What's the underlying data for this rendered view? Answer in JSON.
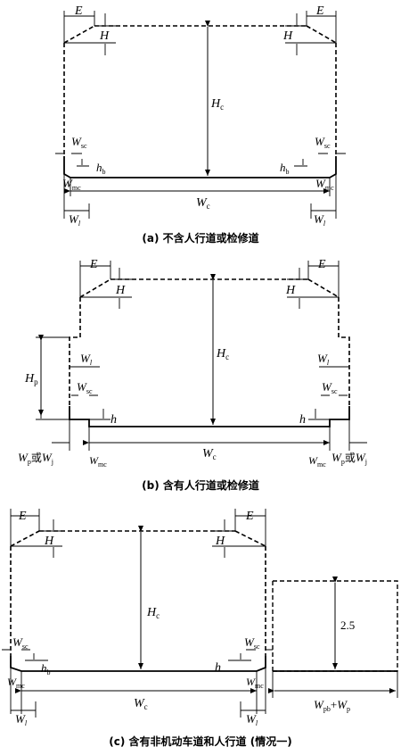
{
  "diagram_a": {
    "caption": "(a) 不含人行道或检修道",
    "labels": {
      "E": "E",
      "H": "H",
      "Hc": "H",
      "Hc_sub": "c",
      "Wsc": "W",
      "Wsc_sub": "sc",
      "hb": "h",
      "hb_sub": "b",
      "Wmc": "W",
      "Wmc_sub": "mc",
      "Wc": "W",
      "Wc_sub": "c",
      "Wl": "W",
      "Wl_sub": "l"
    }
  },
  "diagram_b": {
    "caption": "(b) 含有人行道或检修道",
    "labels": {
      "E": "E",
      "H": "H",
      "Hc": "H",
      "Hc_sub": "c",
      "Hp": "H",
      "Hp_sub": "p",
      "Wl": "W",
      "Wl_sub": "l",
      "Wsc": "W",
      "Wsc_sub": "sc",
      "h": "h",
      "Wc": "W",
      "Wc_sub": "c",
      "Wmc": "W",
      "Wmc_sub": "mc",
      "WpWj_left": "W",
      "WpWj_p": "p",
      "WpWj_or": "或",
      "WpWj_j": "j"
    }
  },
  "diagram_c": {
    "caption": "(c) 含有非机动车道和人行道 (情况一)",
    "labels": {
      "E": "E",
      "H": "H",
      "Hc": "H",
      "Hc_sub": "c",
      "Wsc": "W",
      "Wsc_sub": "sc",
      "hb": "h",
      "hb_sub": "b",
      "h": "h",
      "Wmc": "W",
      "Wmc_sub": "mc",
      "Wc": "W",
      "Wc_sub": "c",
      "Wl": "W",
      "Wl_sub": "l",
      "height_2_5": "2.5",
      "Wpb": "W",
      "Wpb_sub": "pb",
      "plus": "+",
      "Wp": "W",
      "Wp_sub": "p"
    }
  }
}
